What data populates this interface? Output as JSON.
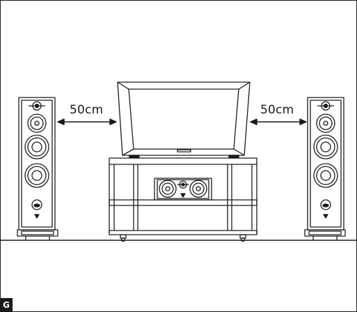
{
  "figure_letter": "G",
  "distance_left": "50cm",
  "distance_right": "50cm",
  "colors": {
    "line": "#1a1a1a",
    "background": "#ffffff"
  }
}
